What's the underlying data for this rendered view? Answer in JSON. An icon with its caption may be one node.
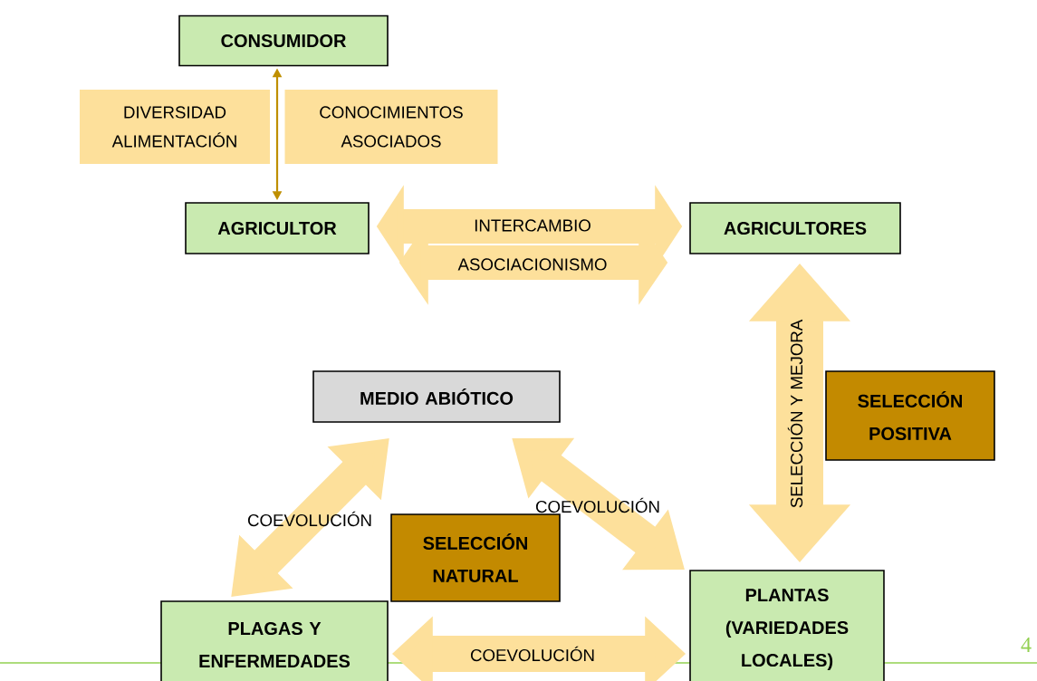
{
  "diagram": {
    "nodes": [
      {
        "text": [
          "CONSUMIDOR"
        ]
      },
      {
        "text": [
          "DIVERSIDAD ALIMENTACIÓN"
        ]
      },
      {
        "text": [
          "CONOCIMIENTOS ASOCIADOS"
        ]
      },
      {
        "text": [
          "AGRICULTOR"
        ]
      },
      {
        "text": [
          "AGRICULTORES"
        ]
      },
      {
        "text": [
          "MEDIO ABIÓTICO"
        ]
      },
      {
        "text": [
          "SELECCIÓN POSITIVA"
        ]
      },
      {
        "text": [
          "SELECCIÓN NATURAL"
        ]
      },
      {
        "text": [
          "PLAGAS Y ENFERMEDADES"
        ]
      },
      {
        "text": [
          "PLANTAS (VARIEDADES LOCALES)"
        ]
      }
    ],
    "edges": [
      {
        "from": 0,
        "to": 3,
        "arrow": "both",
        "color": "#bf8f00"
      },
      {
        "from": 3,
        "to": 4,
        "arrow": "both",
        "label": "INTERCAMBIO"
      },
      {
        "from": 3,
        "to": 4,
        "arrow": "both",
        "label": "ASOCIACIONISMO"
      },
      {
        "from": 4,
        "to": 9,
        "arrow": "both",
        "label": "SELECCIÓN Y MEJORA"
      },
      {
        "from": 5,
        "to": 8,
        "arrow": "both",
        "label": "COEVOLUCIÓN"
      },
      {
        "from": 5,
        "to": 9,
        "arrow": "both",
        "label": "COEVOLUCIÓN"
      },
      {
        "from": 8,
        "to": 9,
        "arrow": "both",
        "label": "COEVOLUCIÓN"
      }
    ],
    "labels": [
      "4"
    ]
  }
}
